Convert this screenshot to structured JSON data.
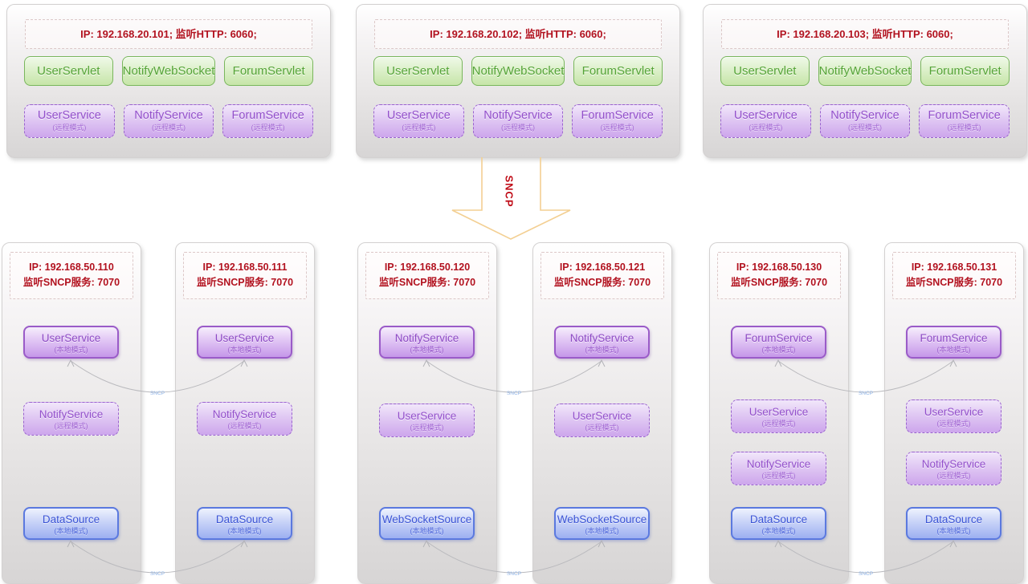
{
  "diagram": {
    "arrow_label": "SNCP",
    "link_label": "SNCP"
  },
  "http_servers": [
    {
      "ip_line": "IP: 192.168.20.101;  监听HTTP: 6060;",
      "servlets": [
        "UserServlet",
        "NotifyWebSocket",
        "ForumServlet"
      ],
      "services": [
        {
          "name": "UserService",
          "mode": "(远程模式)"
        },
        {
          "name": "NotifyService",
          "mode": "(远程模式)"
        },
        {
          "name": "ForumService",
          "mode": "(远程模式)"
        }
      ]
    },
    {
      "ip_line": "IP: 192.168.20.102;  监听HTTP: 6060;",
      "servlets": [
        "UserServlet",
        "NotifyWebSocket",
        "ForumServlet"
      ],
      "services": [
        {
          "name": "UserService",
          "mode": "(远程模式)"
        },
        {
          "name": "NotifyService",
          "mode": "(远程模式)"
        },
        {
          "name": "ForumService",
          "mode": "(远程模式)"
        }
      ]
    },
    {
      "ip_line": "IP: 192.168.20.103;  监听HTTP: 6060;",
      "servlets": [
        "UserServlet",
        "NotifyWebSocket",
        "ForumServlet"
      ],
      "services": [
        {
          "name": "UserService",
          "mode": "(远程模式)"
        },
        {
          "name": "NotifyService",
          "mode": "(远程模式)"
        },
        {
          "name": "ForumService",
          "mode": "(远程模式)"
        }
      ]
    }
  ],
  "sncp_servers": [
    {
      "ip_line1": "IP: 192.168.50.110",
      "ip_line2": "监听SNCP服务: 7070",
      "services": [
        {
          "name": "UserService",
          "mode": "(本地模式)"
        },
        {
          "name": "NotifyService",
          "mode": "(远程模式)"
        },
        {
          "name": "DataSource",
          "mode": "(本地模式)"
        }
      ]
    },
    {
      "ip_line1": "IP: 192.168.50.111",
      "ip_line2": "监听SNCP服务: 7070",
      "services": [
        {
          "name": "UserService",
          "mode": "(本地模式)"
        },
        {
          "name": "NotifyService",
          "mode": "(远程模式)"
        },
        {
          "name": "DataSource",
          "mode": "(本地模式)"
        }
      ]
    },
    {
      "ip_line1": "IP: 192.168.50.120",
      "ip_line2": "监听SNCP服务: 7070",
      "services": [
        {
          "name": "NotifyService",
          "mode": "(本地模式)"
        },
        {
          "name": "UserService",
          "mode": "(远程模式)"
        },
        {
          "name": "WebSocketSource",
          "mode": "(本地模式)"
        }
      ]
    },
    {
      "ip_line1": "IP: 192.168.50.121",
      "ip_line2": "监听SNCP服务: 7070",
      "services": [
        {
          "name": "NotifyService",
          "mode": "(本地模式)"
        },
        {
          "name": "UserService",
          "mode": "(远程模式)"
        },
        {
          "name": "WebSocketSource",
          "mode": "(本地模式)"
        }
      ]
    },
    {
      "ip_line1": "IP: 192.168.50.130",
      "ip_line2": "监听SNCP服务: 7070",
      "services": [
        {
          "name": "ForumService",
          "mode": "(本地模式)"
        },
        {
          "name": "UserService",
          "mode": "(远程模式)"
        },
        {
          "name": "NotifyService",
          "mode": "(远程模式)"
        },
        {
          "name": "DataSource",
          "mode": "(本地模式)"
        }
      ]
    },
    {
      "ip_line1": "IP: 192.168.50.131",
      "ip_line2": "监听SNCP服务: 7070",
      "services": [
        {
          "name": "ForumService",
          "mode": "(本地模式)"
        },
        {
          "name": "UserService",
          "mode": "(远程模式)"
        },
        {
          "name": "NotifyService",
          "mode": "(远程模式)"
        },
        {
          "name": "DataSource",
          "mode": "(本地模式)"
        }
      ]
    }
  ],
  "colors": {
    "ip_text": "#b2121f",
    "servlet_border": "#79b65c",
    "servlet_text": "#55a437",
    "service_border": "#9a5bc8",
    "service_text": "#8d4ac4",
    "source_border": "#5b79df",
    "source_text": "#3b54d5",
    "arrow_outline": "#f3cf92",
    "connector_line": "#b9b9bd",
    "connector_label": "#8fb4e8"
  }
}
